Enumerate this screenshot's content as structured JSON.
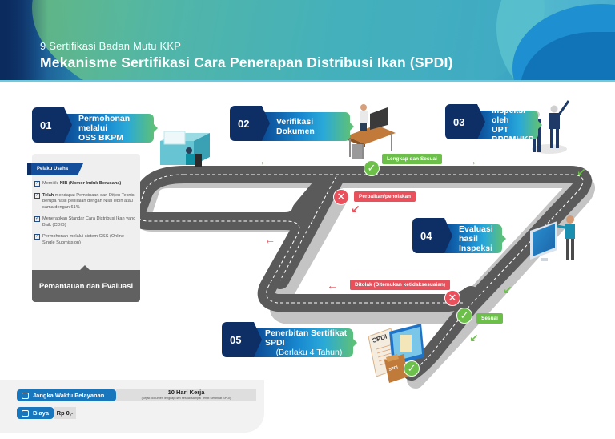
{
  "header": {
    "subtitle": "9 Sertifikasi Badan Mutu KKP",
    "title": "Mekanisme Sertifikasi Cara Penerapan Distribusi Ikan (SPDI)"
  },
  "steps": [
    {
      "num": "01",
      "line1": "Permohonan melalui",
      "line2": "OSS BKPM"
    },
    {
      "num": "02",
      "line1": "Verifikasi Dokumen",
      "line2": ""
    },
    {
      "num": "03",
      "line1": "Inspeksi oleh",
      "line2": "UPT BPPMHKP"
    },
    {
      "num": "04",
      "line1": "Evaluasi",
      "line2": "hasil Inspeksi"
    },
    {
      "num": "05",
      "line1": "Penerbitan Sertifikat SPDI",
      "line2": "(Berlaku 4 Tahun)"
    }
  ],
  "panel": {
    "tag": "Pelaku Usaha",
    "items": [
      {
        "pre": "Memiliki ",
        "bold": "NIB (Nomor Induk Berusaha)",
        "post": ""
      },
      {
        "pre": "",
        "bold": "Telah",
        "post": " mendapat Pembinaan dari Ditjen Teknis berupa hasil penilaian dengan Nilai lebih atau sama dengan 61%"
      },
      {
        "pre": "Menerapkan Standar Cara Distribusi Ikan yang Baik (CDIB)",
        "bold": "",
        "post": ""
      },
      {
        "pre": "Permohonan melalui sistem OSS (Online Single Submission)",
        "bold": "",
        "post": ""
      }
    ],
    "footer": "Pemantauan dan Evaluasi"
  },
  "labels": {
    "complete": "Lengkap dan Sesuai",
    "fix": "Perbaikan/penolakan",
    "rejected": "Ditolak (Ditemukan ketidaksesuaian)",
    "ok": "Sesuai"
  },
  "illustration": {
    "cert_text": "SPDI",
    "folder_text": "SPDI"
  },
  "footer": {
    "duration_label": "Jangka Waktu Pelayanan",
    "duration_value": "10 Hari Kerja",
    "duration_note": "(Sejak dokumen lengkap dan sesuai sampai Terbit Sertifikat SPDI)",
    "cost_label": "Biaya",
    "cost_value": "Rp 0,-"
  },
  "colors": {
    "navy": "#0d2f66",
    "blue": "#1876bd",
    "green": "#6cc04a",
    "red": "#e8505b",
    "road": "#5a5a5a"
  }
}
